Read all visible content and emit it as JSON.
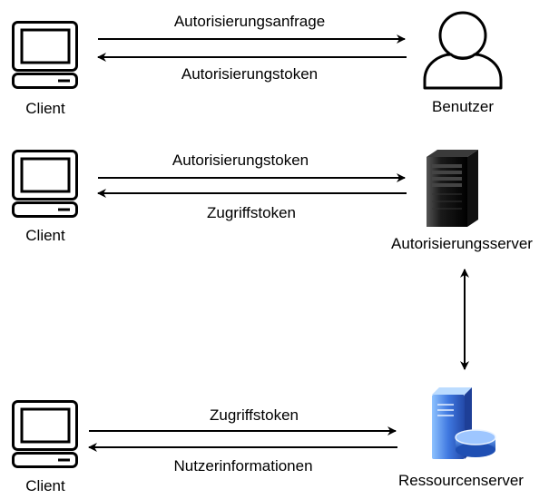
{
  "row1": {
    "client_label": "Client",
    "request_label": "Autorisierungsanfrage",
    "response_label": "Autorisierungstoken",
    "actor_label": "Benutzer"
  },
  "row2": {
    "client_label": "Client",
    "request_label": "Autorisierungstoken",
    "response_label": "Zugriffstoken",
    "actor_label": "Autorisierungsserver"
  },
  "row3": {
    "client_label": "Client",
    "request_label": "Zugriffstoken",
    "response_label": "Nutzerinformationen",
    "actor_label": "Ressourcenserver"
  },
  "icons": {
    "client": "computer-icon",
    "user": "user-icon",
    "auth_server": "server-tower-icon",
    "resource_server": "database-server-icon"
  },
  "colors": {
    "line": "#000000",
    "server_dark": "#1a1a1a",
    "server_blue": "#3a6fd8"
  }
}
